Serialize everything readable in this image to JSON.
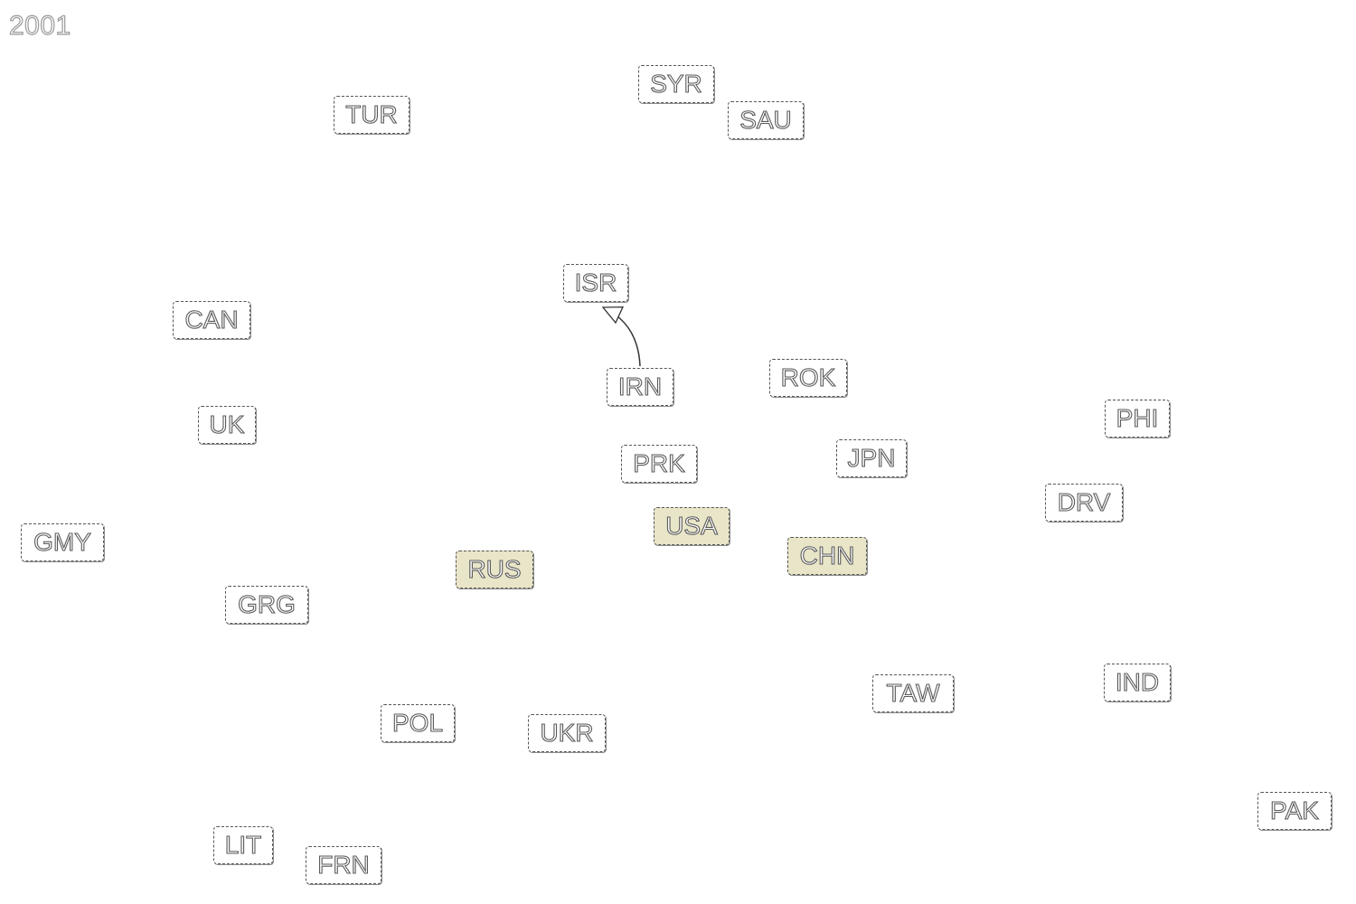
{
  "year": "2001",
  "colors": {
    "node_fill": "#ffffff",
    "highlight_fill": "#e9e5c8",
    "border": "#555555",
    "text_outline": "#5a5a5a"
  },
  "nodes": [
    {
      "id": "SYR",
      "label": "SYR",
      "highlighted": false
    },
    {
      "id": "SAU",
      "label": "SAU",
      "highlighted": false
    },
    {
      "id": "TUR",
      "label": "TUR",
      "highlighted": false
    },
    {
      "id": "ISR",
      "label": "ISR",
      "highlighted": false
    },
    {
      "id": "CAN",
      "label": "CAN",
      "highlighted": false
    },
    {
      "id": "IRN",
      "label": "IRN",
      "highlighted": false
    },
    {
      "id": "ROK",
      "label": "ROK",
      "highlighted": false
    },
    {
      "id": "UK",
      "label": "UK",
      "highlighted": false
    },
    {
      "id": "PHI",
      "label": "PHI",
      "highlighted": false
    },
    {
      "id": "PRK",
      "label": "PRK",
      "highlighted": false
    },
    {
      "id": "JPN",
      "label": "JPN",
      "highlighted": false
    },
    {
      "id": "DRV",
      "label": "DRV",
      "highlighted": false
    },
    {
      "id": "USA",
      "label": "USA",
      "highlighted": true
    },
    {
      "id": "GMY",
      "label": "GMY",
      "highlighted": false
    },
    {
      "id": "CHN",
      "label": "CHN",
      "highlighted": true
    },
    {
      "id": "RUS",
      "label": "RUS",
      "highlighted": true
    },
    {
      "id": "GRG",
      "label": "GRG",
      "highlighted": false
    },
    {
      "id": "TAW",
      "label": "TAW",
      "highlighted": false
    },
    {
      "id": "IND",
      "label": "IND",
      "highlighted": false
    },
    {
      "id": "POL",
      "label": "POL",
      "highlighted": false
    },
    {
      "id": "UKR",
      "label": "UKR",
      "highlighted": false
    },
    {
      "id": "PAK",
      "label": "PAK",
      "highlighted": false
    },
    {
      "id": "LIT",
      "label": "LIT",
      "highlighted": false
    },
    {
      "id": "FRN",
      "label": "FRN",
      "highlighted": false
    }
  ],
  "edges": [
    {
      "from": "IRN",
      "to": "ISR",
      "directed": true
    }
  ]
}
